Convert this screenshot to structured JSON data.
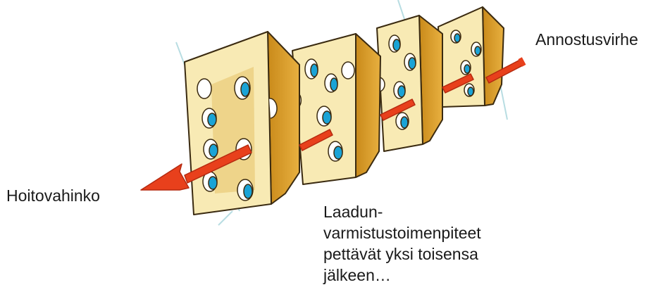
{
  "labels": {
    "error_source": "Annostusvirhe",
    "harm": "Hoitovahinko",
    "failure_lines": [
      "Laadun-",
      "varmistustoimenpiteet",
      "pettävät yksi toisensa",
      "jälkeen…"
    ]
  },
  "colors": {
    "cheese_face": "#f8eab4",
    "cheese_side": "#d99a24",
    "cheese_outline": "#3a2a10",
    "hole_fill": "#ffffff",
    "hole_blue": "#1aa3d6",
    "arrow": "#e8401c",
    "cut_lines": "#b8dde2"
  }
}
